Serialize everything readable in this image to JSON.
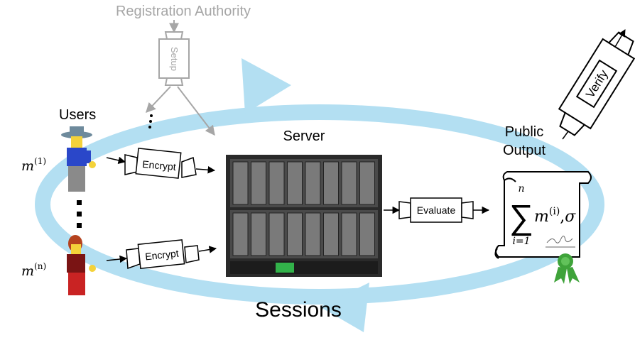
{
  "registration_authority": "Registration Authority",
  "setup_label": "Setup",
  "users_label": "Users",
  "server_label": "Server",
  "public_output_line1": "Public",
  "public_output_line2": "Output",
  "sessions_label": "Sessions",
  "encrypt_label": "Encrypt",
  "evaluate_label": "Evaluate",
  "verify_label": "Verify",
  "user_vars": {
    "first": {
      "base": "m",
      "sup": "(1)"
    },
    "last": {
      "base": "m",
      "sup": "(n)"
    }
  },
  "formula": {
    "sum_upper": "n",
    "sum_symbol": "∑",
    "sum_lower": "i=1",
    "term_base": "m",
    "term_sup": "(i)",
    "sep": ",",
    "sigma": "σ"
  },
  "colors": {
    "cycle": "#b3dff2",
    "gray": "#a6a6a6",
    "black": "#000000",
    "ribbon": "#3fa33a"
  },
  "icons": [
    "user-figure-icon",
    "server-rack-icon",
    "scroll-icon",
    "ribbon-seal-icon",
    "signature-icon"
  ]
}
